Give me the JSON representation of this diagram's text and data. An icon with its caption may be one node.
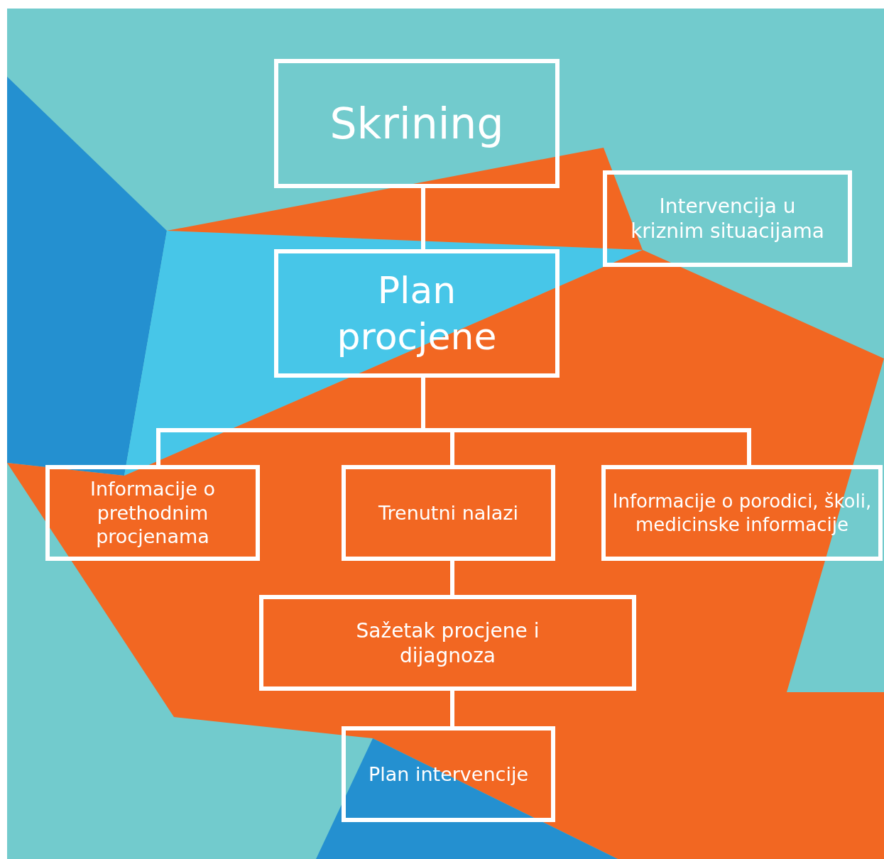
{
  "diagram": {
    "nodes": [
      {
        "text": [
          "Skrining"
        ]
      },
      {
        "text": [
          "Intervencija u kriznim situacijama"
        ]
      },
      {
        "text": [
          "Plan procjene"
        ]
      },
      {
        "text": [
          "Informacije o prethodnim procjenama"
        ]
      },
      {
        "text": [
          "Trenutni nalazi"
        ]
      },
      {
        "text": [
          "Informacije o porodici, školi, medicinske informacije"
        ]
      },
      {
        "text": [
          "Sažetak procjene i dijagnoza"
        ]
      },
      {
        "text": [
          "Plan intervencije"
        ]
      }
    ],
    "edges": [
      {
        "from": 0,
        "to": 2,
        "arrow": "none"
      },
      {
        "from": 2,
        "to": 3,
        "arrow": "none"
      },
      {
        "from": 2,
        "to": 4,
        "arrow": "none"
      },
      {
        "from": 2,
        "to": 5,
        "arrow": "none"
      },
      {
        "from": 4,
        "to": 6,
        "arrow": "none"
      },
      {
        "from": 6,
        "to": 7,
        "arrow": "none"
      }
    ]
  }
}
